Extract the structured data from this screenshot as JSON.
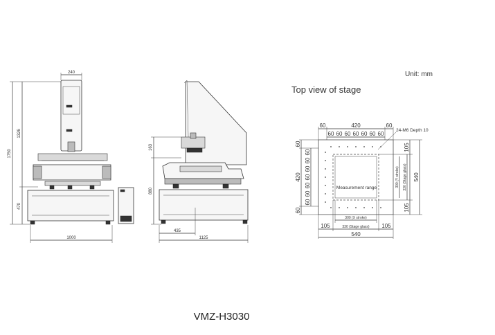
{
  "unit_label": "Unit: mm",
  "stage_title": "Top view of stage",
  "model_caption": "VMZ-H3030",
  "front_view": {
    "dims": {
      "top_width": "240",
      "total_height": "1750",
      "upper_height": "1326",
      "lower_height": "470",
      "base_width": "1000"
    }
  },
  "side_view": {
    "dims": {
      "upper": "163",
      "height": "880",
      "depth_partial": "435",
      "depth_total": "1125"
    }
  },
  "stage_view": {
    "top_dims": [
      "60",
      "420",
      "60"
    ],
    "hole_spacing": [
      "60",
      "60",
      "60",
      "60",
      "60",
      "60",
      "60"
    ],
    "thread_note": "24-M6 Depth 10",
    "left_outer": [
      "60",
      "420",
      "60"
    ],
    "left_inner": [
      "60",
      "60",
      "60",
      "60",
      "60",
      "60",
      "60"
    ],
    "right_dims": [
      "105",
      "105"
    ],
    "y_stroke": "300 (Y stroke)",
    "y_glass": "330 (Stage glass)",
    "right_total": "540",
    "measure_label": "Measurement range",
    "x_stroke": "300 (X stroke)",
    "bottom_dims": [
      "105",
      "330 (Stage glass)",
      "105"
    ],
    "bottom_total": "540"
  }
}
